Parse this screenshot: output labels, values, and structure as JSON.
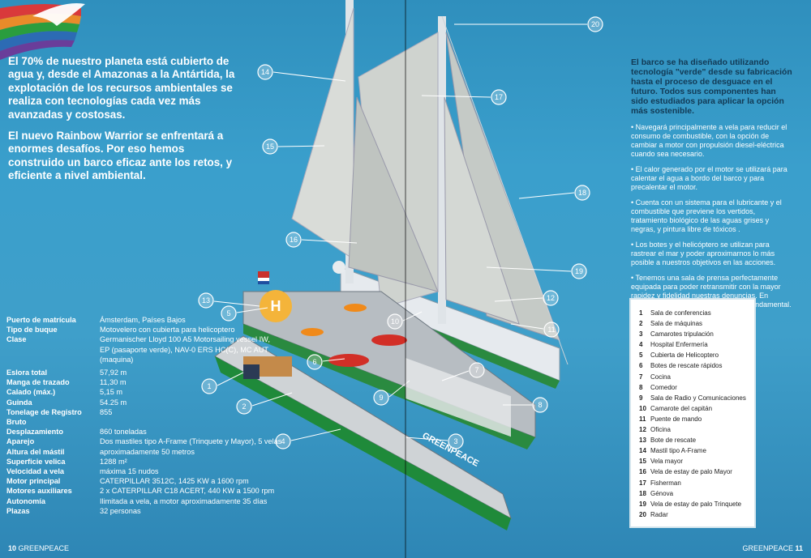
{
  "intro": {
    "p1": "El 70% de nuestro planeta está cubierto de agua y, desde el Amazonas a la Antártida, la explotación de los recursos ambientales se realiza con tecnologías cada vez más avanzadas y costosas.",
    "p2": "El nuevo Rainbow Warrior se enfrentará a enormes desafíos. Por eso hemos construido un barco eficaz ante los retos, y eficiente a nivel ambiental."
  },
  "right_intro": {
    "lead": "El barco se ha diseñado utilizando tecnología \"verde\" desde su fabricación hasta el proceso de desguace en el futuro. Todos sus componentes han sido estudiados para aplicar la opción más sostenible.",
    "bullets": [
      "• Navegará principalmente a vela para reducir el consumo de combustible, con la opción de cambiar a motor con propulsión diesel-eléctrica cuando sea necesario.",
      "• El calor generado por el motor se utilizará para calentar el agua a bordo del barco y para precalentar el motor.",
      "• Cuenta con un sistema para el lubricante y el combustible que previene los vertidos, tratamiento biológico de las aguas grises y negras, y pintura libre de tóxicos .",
      "• Los botes y el helicóptero se utilizan para rastrear el mar y poder aproximarnos lo más posible a nuestros objetivos en las acciones.",
      "• Tenemos una sala de prensa perfectamente equipada para poder retransmitir con la mayor rapidez y fidelidad nuestras denuncias. En nuestros barcos la comunicación es fundamental."
    ]
  },
  "specs": [
    {
      "k": "Puerto de matrícula",
      "v": "Ámsterdam, Países Bajos"
    },
    {
      "k": "Tipo de buque",
      "v": "Motovelero con cubierta para helicoptero"
    },
    {
      "k": "Clase",
      "v": "Germanischer Lloyd 100 A5 Motorsailing vessel IW,"
    },
    {
      "k": "",
      "v": "EP (pasaporte verde),  NAV-0 ERS  HC(C),  MC AUT (maquina)"
    },
    {
      "k": "Eslora total",
      "v": "57,92 m"
    },
    {
      "k": "Manga de trazado",
      "v": "11,30 m"
    },
    {
      "k": "Calado (máx.)",
      "v": "5,15 m"
    },
    {
      "k": "Guinda",
      "v": "54.25 m"
    },
    {
      "k": "Tonelage de Registro Bruto",
      "v": "855"
    },
    {
      "k": "Desplazamiento",
      "v": "860 toneladas"
    },
    {
      "k": "Aparejo",
      "v": "Dos mastiles tipo A-Frame (Trinquete y Mayor), 5 velas"
    },
    {
      "k": "Altura del mástil",
      "v": "aproximadamente 50 metros"
    },
    {
      "k": "Superficie velica",
      "v": "1288 m²"
    },
    {
      "k": "Velocidad a vela",
      "v": "máxima 15 nudos"
    },
    {
      "k": "Motor principal",
      "v": "CATERPILLAR   3512C, 1425 KW a 1600 rpm"
    },
    {
      "k": "Motores auxiliares",
      "v": "2 x CATERPILLAR   C18 ACERT, 440 KW a 1500 rpm"
    },
    {
      "k": "Autonomía",
      "v": "Ilimitada a vela, a motor aproximadamente 35 días"
    },
    {
      "k": "Plazas",
      "v": "32 personas"
    }
  ],
  "legend": [
    {
      "n": "1",
      "label": "Sala de conferencias"
    },
    {
      "n": "2",
      "label": "Sala de máquinas"
    },
    {
      "n": "3",
      "label": "Camarotes tripulación"
    },
    {
      "n": "4",
      "label": "Hospital Enfermería"
    },
    {
      "n": "5",
      "label": "Cubierta de Helicoptero"
    },
    {
      "n": "6",
      "label": "Botes de rescate rápidos"
    },
    {
      "n": "7",
      "label": "Cocina"
    },
    {
      "n": "8",
      "label": "Comedor"
    },
    {
      "n": "9",
      "label": "Sala de Radio y Comunicaciones"
    },
    {
      "n": "10",
      "label": "Camarote del capitán"
    },
    {
      "n": "11",
      "label": "Puente de mando"
    },
    {
      "n": "12",
      "label": "Oficina"
    },
    {
      "n": "13",
      "label": "Bote de rescate"
    },
    {
      "n": "14",
      "label": "Mastil tipo A-Frame"
    },
    {
      "n": "15",
      "label": "Vela mayor"
    },
    {
      "n": "16",
      "label": "Vela de estay de palo Mayor"
    },
    {
      "n": "17",
      "label": "Fisherman"
    },
    {
      "n": "18",
      "label": "Génova"
    },
    {
      "n": "19",
      "label": "Vela de estay de palo Trinquete"
    },
    {
      "n": "20",
      "label": "Radar"
    }
  ],
  "callouts": [
    "1",
    "2",
    "3",
    "4",
    "5",
    "6",
    "7",
    "8",
    "9",
    "10",
    "11",
    "12",
    "13",
    "14",
    "15",
    "16",
    "17",
    "18",
    "19",
    "20"
  ],
  "hull_text": "GREENPEACE",
  "footer": {
    "left_num": "10",
    "left_brand": "GREENPEACE",
    "right_brand": "GREENPEACE",
    "right_num": "11"
  },
  "colors": {
    "sea": "#3a9fcc",
    "hull_green": "#1f8a3a",
    "accent_navy": "#123a55"
  }
}
